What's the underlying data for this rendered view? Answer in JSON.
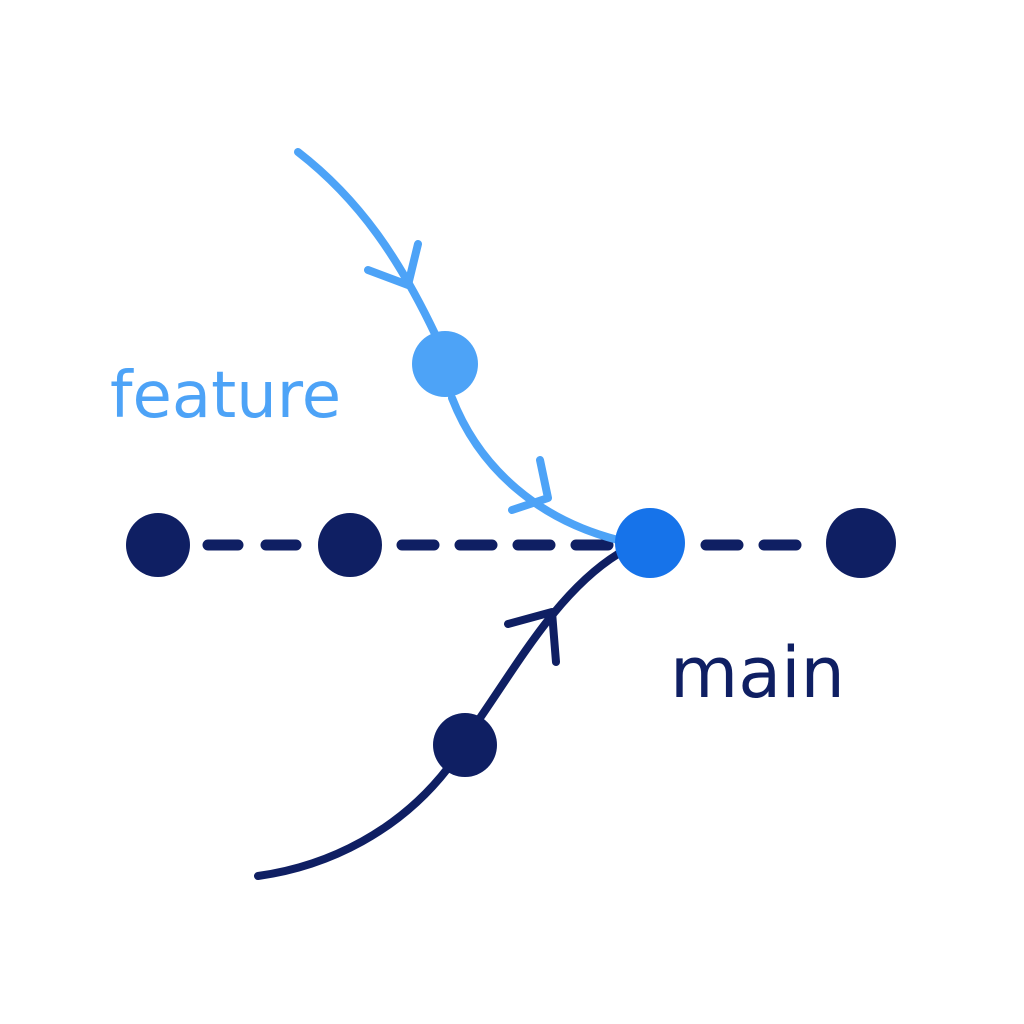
{
  "diagram": {
    "branches": [
      {
        "id": "feature",
        "label": "feature",
        "color": "#4da3f7"
      },
      {
        "id": "main",
        "label": "main",
        "color": "#0f1f63"
      }
    ],
    "merge_commit_color": "#1673ea",
    "background": "#ffffff"
  }
}
